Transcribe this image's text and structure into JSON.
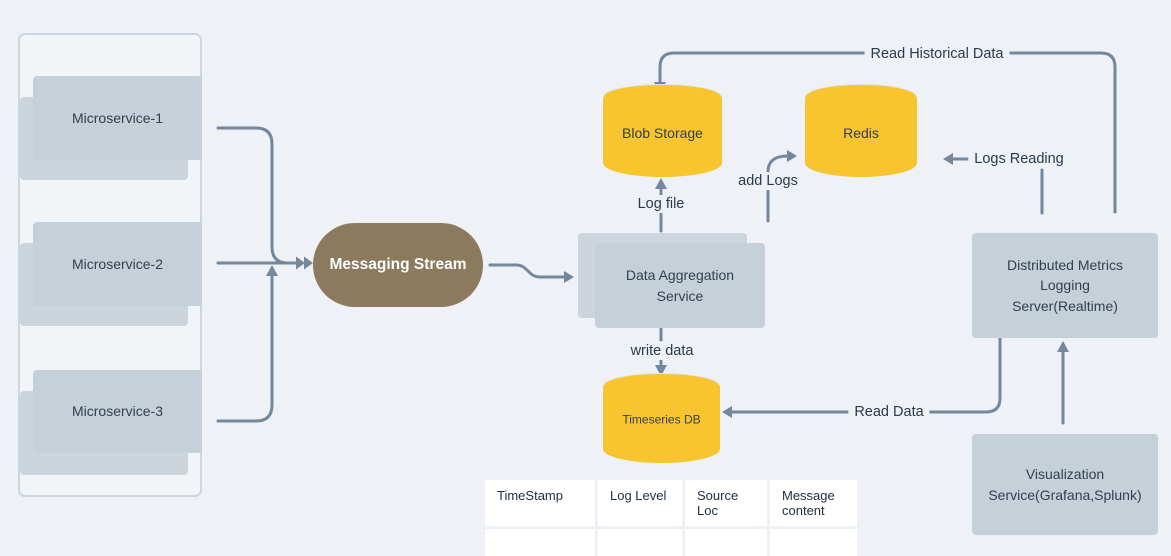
{
  "colors": {
    "background": "#eef1f5",
    "node_fill": "#c6d0d9",
    "node_back_fill": "#cdd5dc",
    "pill_fill": "#8b7a5d",
    "cylinder_fill": "#f9c52e",
    "edge_color": "#75879b",
    "text_dark": "#33414f"
  },
  "microservices_group": {
    "items": [
      {
        "label": "Microservice-1"
      },
      {
        "label": "Microservice-2"
      },
      {
        "label": "Microservice-3"
      }
    ]
  },
  "messaging_stream": {
    "label": "Messaging Stream"
  },
  "data_aggregation_service": {
    "line1": "Data Aggregation",
    "line2": "Service"
  },
  "blob_storage": {
    "label": "Blob Storage"
  },
  "redis": {
    "label": "Redis"
  },
  "timeseries_db": {
    "label": "Timeseries DB"
  },
  "metrics_server": {
    "line1": "Distributed Metrics",
    "line2": "Logging",
    "line3": "Server(Realtime)"
  },
  "visualization_service": {
    "line1": "Visualization",
    "line2": "Service(Grafana,Splunk)"
  },
  "edge_labels": {
    "read_historical_data": "Read Historical Data",
    "log_file": "Log file",
    "add_logs": "add Logs",
    "logs_reading": "Logs Reading",
    "write_data": "write data",
    "read_data": "Read Data"
  },
  "log_table": {
    "headers": [
      "TimeStamp",
      "Log Level",
      "Source Loc",
      "Message content"
    ],
    "rows": [
      [
        "",
        "",
        "",
        ""
      ]
    ]
  }
}
